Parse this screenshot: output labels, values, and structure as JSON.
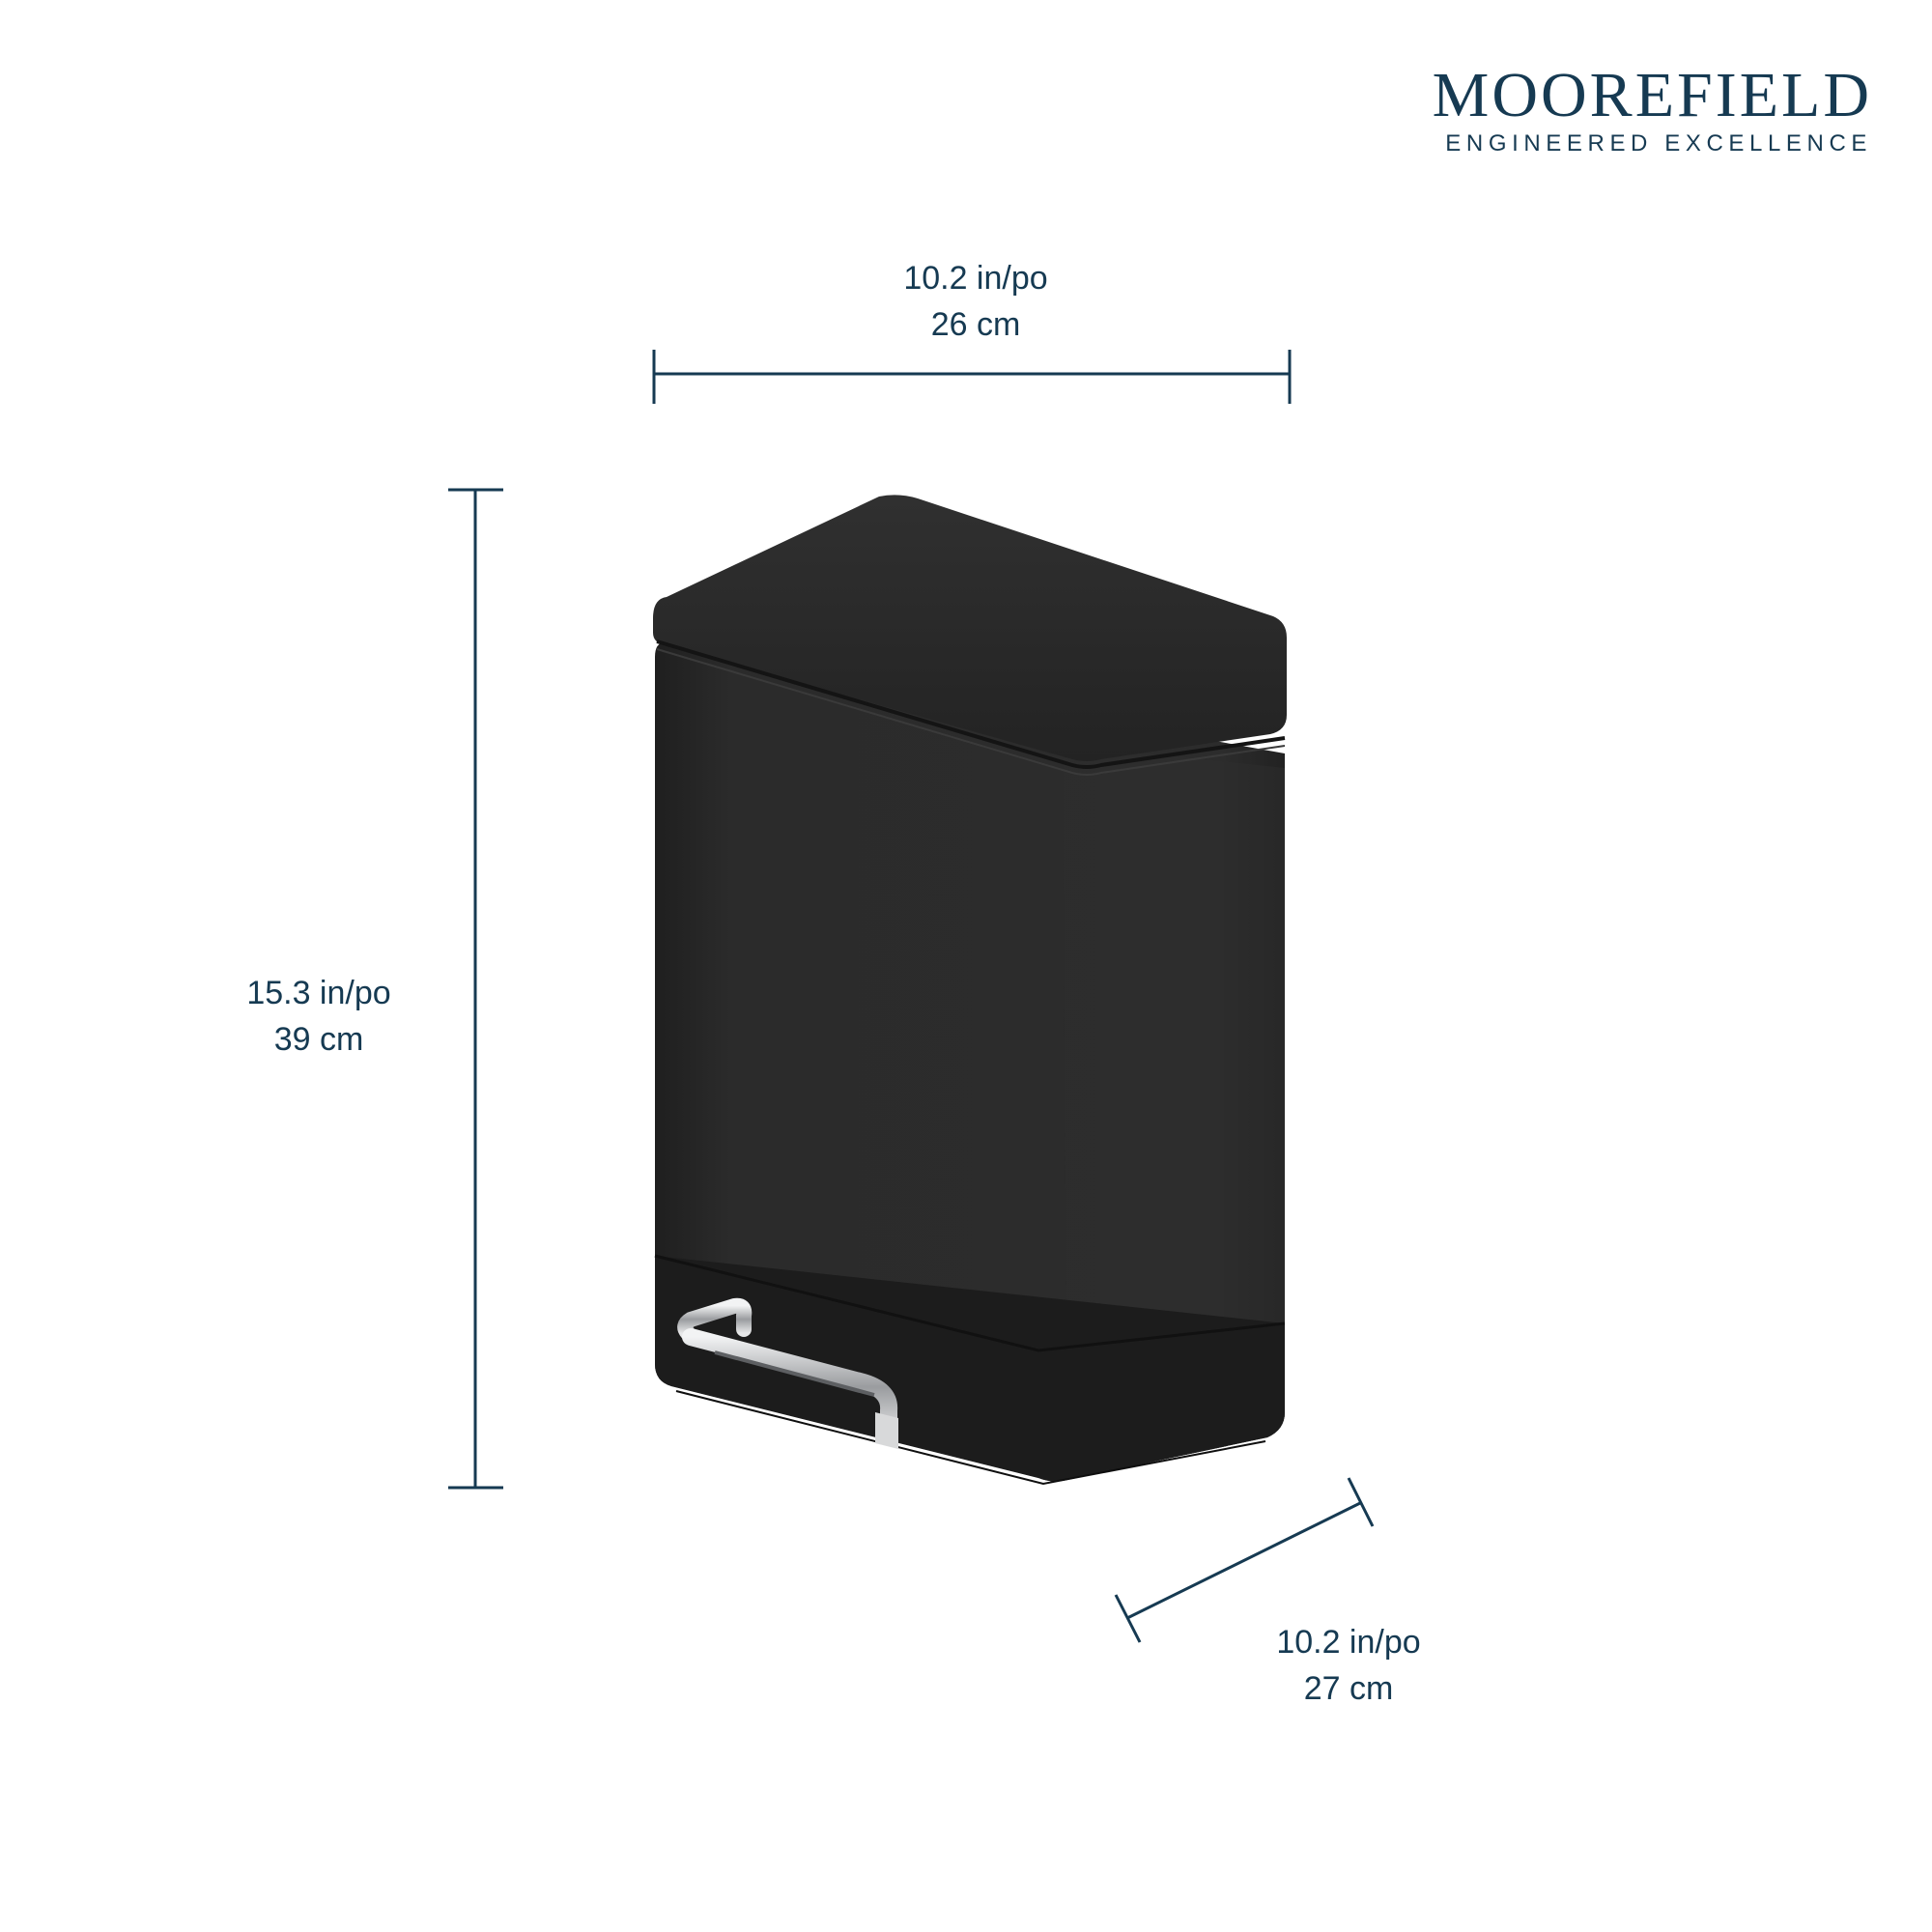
{
  "brand": {
    "name": "MOOREFIELD",
    "tagline": "ENGINEERED EXCELLENCE",
    "color": "#163a52"
  },
  "dimensions": {
    "width": {
      "imperial": "10.2 in/po",
      "metric": "26 cm"
    },
    "height": {
      "imperial": "15.3 in/po",
      "metric": "39 cm"
    },
    "depth": {
      "imperial": "10.2 in/po",
      "metric": "27 cm"
    }
  },
  "product": {
    "body_color": "#2a2a2a",
    "lid_color": "#262626",
    "pedal_color": "#c9cbcd"
  }
}
